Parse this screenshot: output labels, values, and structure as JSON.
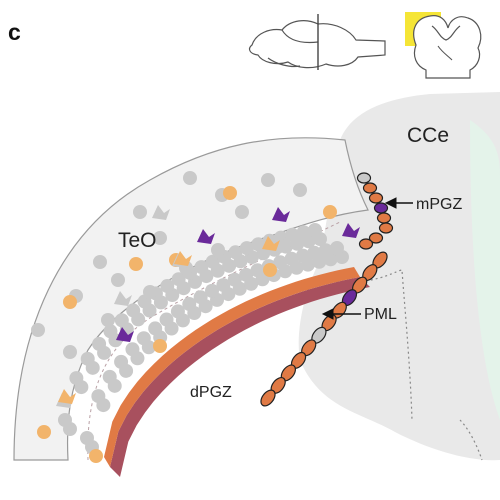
{
  "panel": {
    "letter": "c"
  },
  "labels": {
    "cce": "CCe",
    "teo": "TeO",
    "mpgz": "mPGZ",
    "pml": "PML",
    "dpgz": "dPGZ"
  },
  "colors": {
    "gray_cell": "#c9c9c9",
    "orange_cell": "#f2b46b",
    "purple_cell": "#6a2a9a",
    "dark_orange": "#e07a45",
    "mauve": "#a8505e",
    "tissue": "#f2f2f2",
    "cerebellum": "#e9e9e9",
    "green_tint": "#e4f3ea",
    "highlight_yellow": "#f5e536"
  },
  "icons": [
    "brain-lateral-icon",
    "brain-coronal-icon"
  ]
}
